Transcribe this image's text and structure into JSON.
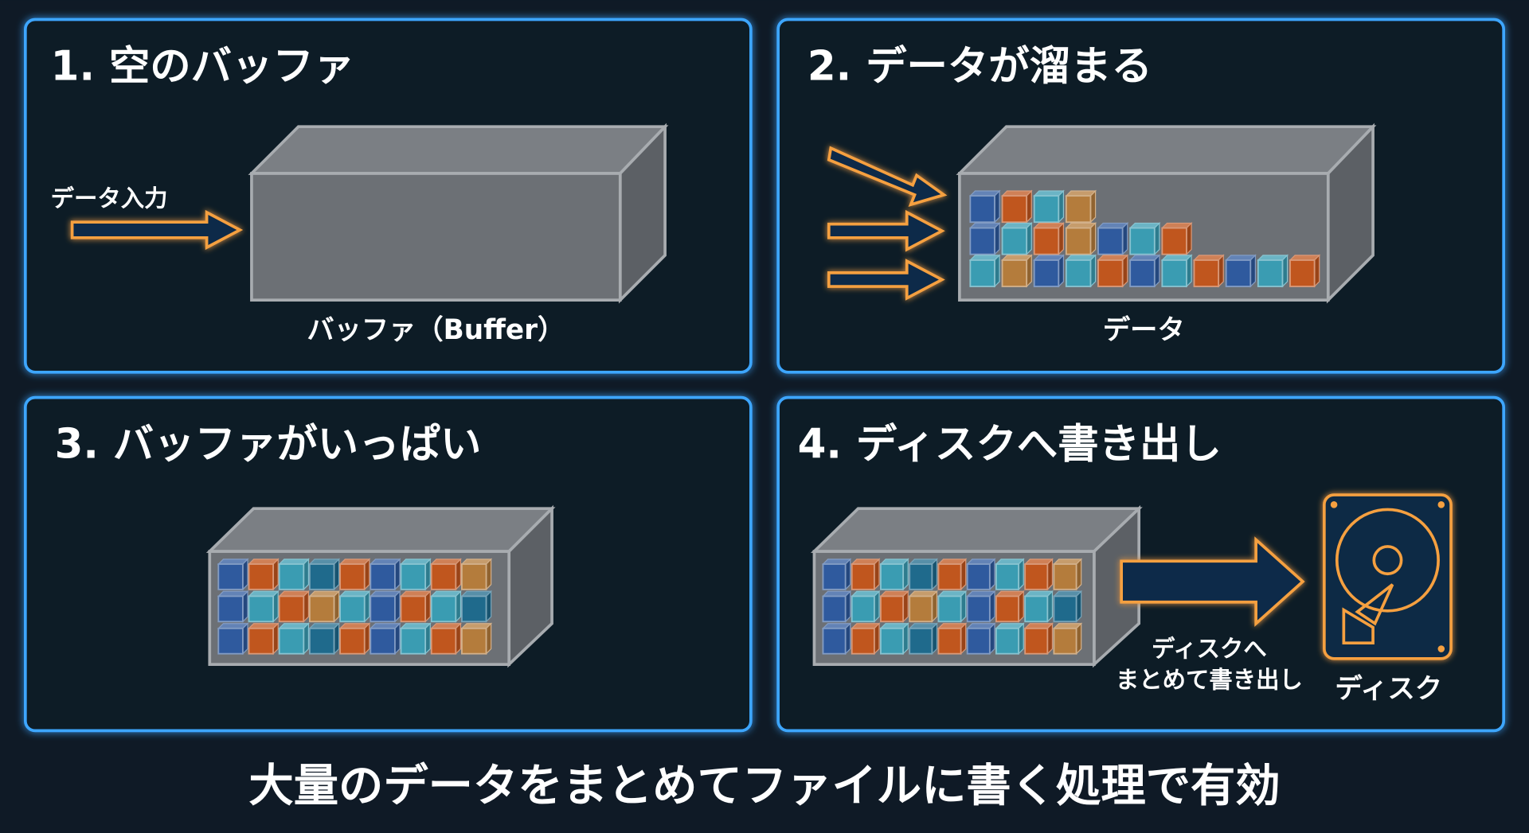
{
  "panels": [
    {
      "title": "1. 空のバッファ",
      "input_label": "データ入力",
      "box_label": "バッファ（Buffer）"
    },
    {
      "title": "2. データが溜まる",
      "box_label": "データ"
    },
    {
      "title": "3. バッファがいっぱい"
    },
    {
      "title": "4. ディスクへ書き出し",
      "arrow_label_line1": "ディスクへ",
      "arrow_label_line2": "まとめて書き出し",
      "disk_label": "ディスク"
    }
  ],
  "footer": "大量のデータをまとめてファイルに書く処理で有効",
  "colors": {
    "accent_blue": "#3ea6ff",
    "accent_orange": "#f5a040",
    "background": "#0f1a26",
    "cube": {
      "b": "#2f5a9e",
      "o": "#c0561e",
      "c": "#3a9cb2",
      "t": "#b47c3c",
      "d": "#1f6a8c"
    }
  },
  "buffer_contents": {
    "panel2_rows": [
      "boct",
      "bcotbco",
      "ctbcobcobco"
    ],
    "full_rows": [
      "bocdobcot",
      "bcotcbocd",
      "bocdobcot"
    ]
  }
}
